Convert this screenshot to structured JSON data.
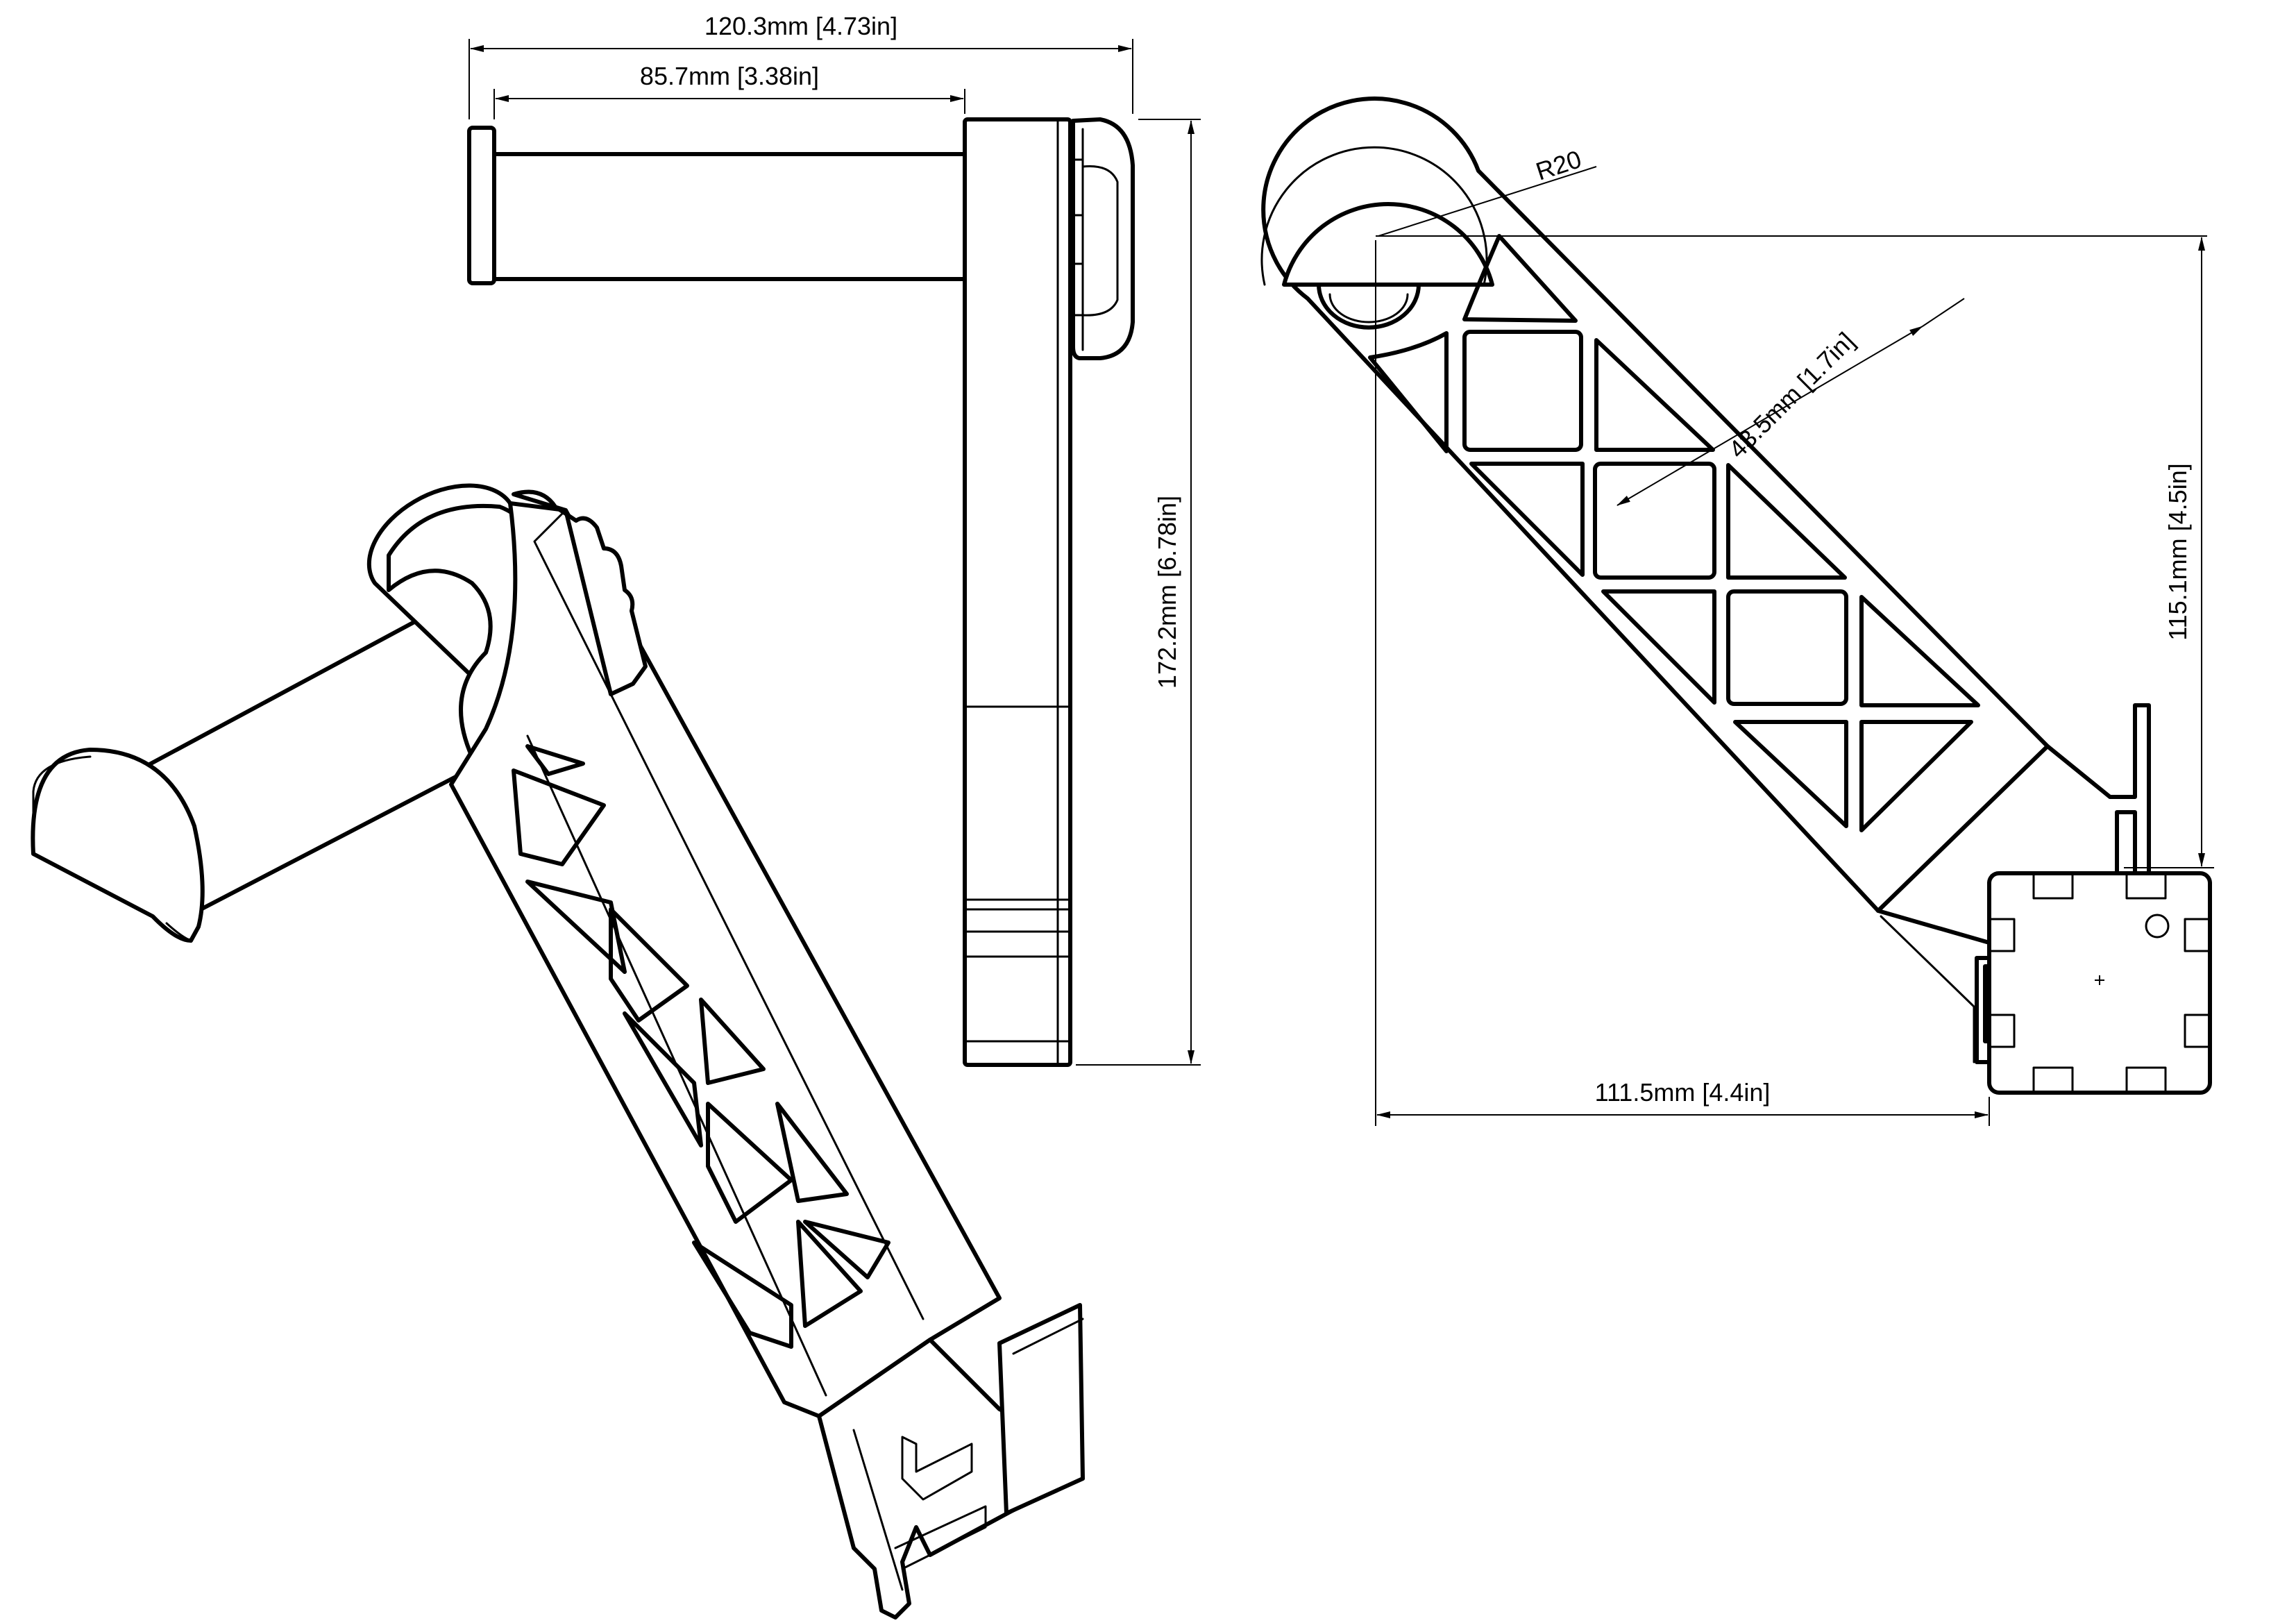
{
  "dimensions": {
    "overall_width": "120.3mm  [4.73in]",
    "arm_length": "85.7mm  [3.38in]",
    "height": "172.2mm  [6.78in]",
    "radius": "R20",
    "arm_width": "43.5mm  [1.7in]",
    "vertical_offset": "115.1mm  [4.5in]",
    "horizontal_offset": "111.5mm  [4.4in]"
  }
}
